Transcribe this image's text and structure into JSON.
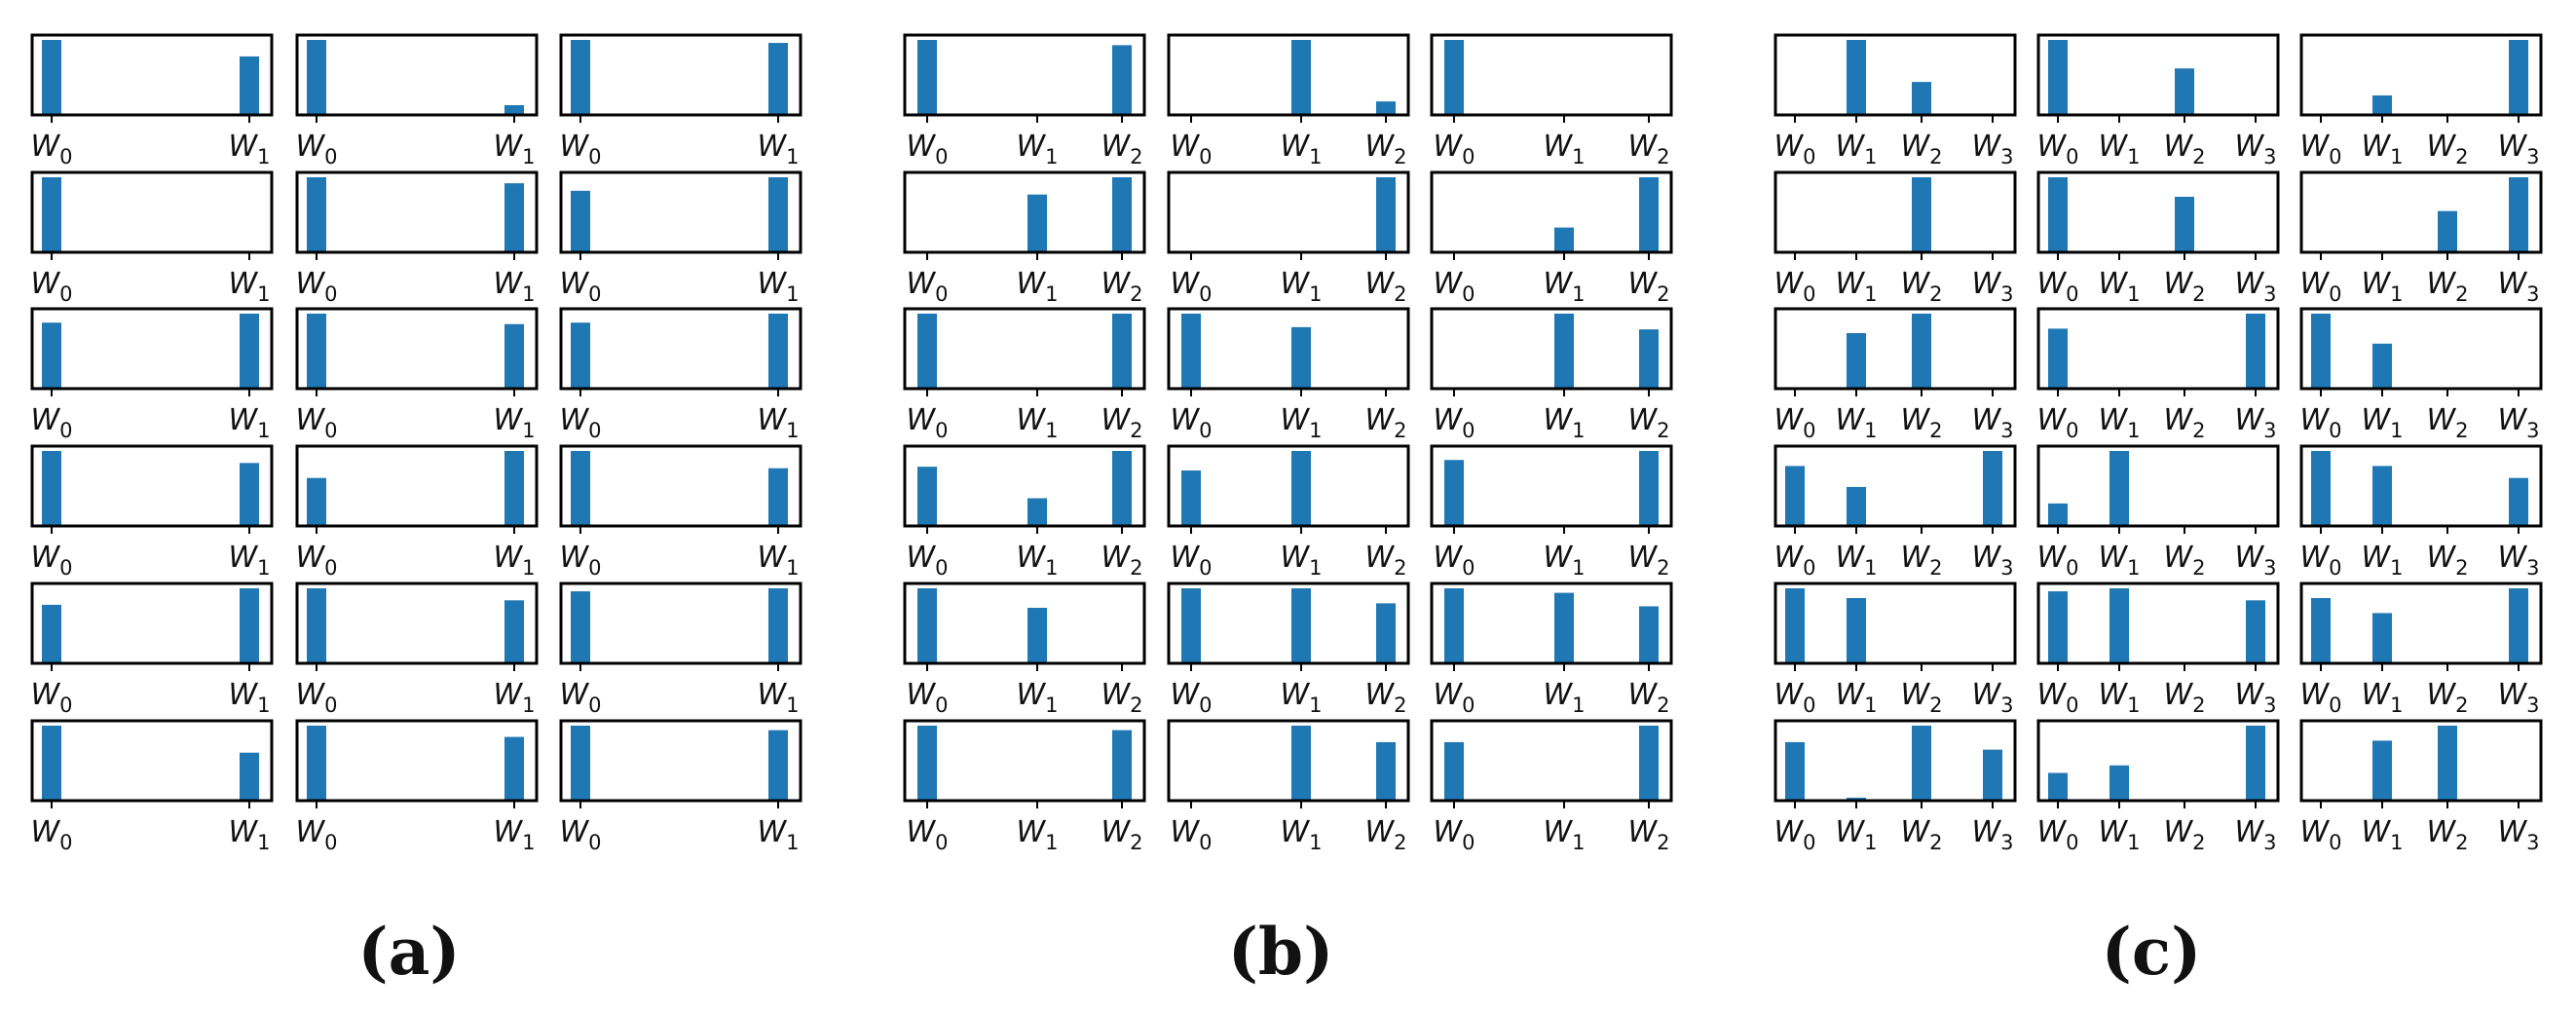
{
  "figure": {
    "bar_color": "#1f77b4",
    "panels": [
      {
        "caption": "(a)",
        "chart_data": {
          "type": "bar",
          "categories": [
            "W0",
            "W1"
          ],
          "ylim": [
            0,
            1
          ],
          "grid": false,
          "subplots": [
            [
              1.0,
              0.78
            ],
            [
              1.0,
              0.13
            ],
            [
              1.0,
              0.96
            ],
            [
              1.0,
              0.0
            ],
            [
              1.0,
              0.92
            ],
            [
              0.82,
              1.0
            ],
            [
              0.88,
              1.0
            ],
            [
              1.0,
              0.86
            ],
            [
              0.88,
              1.0
            ],
            [
              1.0,
              0.84
            ],
            [
              0.64,
              1.0
            ],
            [
              1.0,
              0.77
            ],
            [
              0.78,
              1.0
            ],
            [
              1.0,
              0.84
            ],
            [
              0.96,
              1.0
            ],
            [
              1.0,
              0.64
            ],
            [
              1.0,
              0.85
            ],
            [
              1.0,
              0.94
            ]
          ]
        }
      },
      {
        "caption": "(b)",
        "chart_data": {
          "type": "bar",
          "categories": [
            "W0",
            "W1",
            "W2"
          ],
          "ylim": [
            0,
            1
          ],
          "grid": false,
          "subplots": [
            [
              1.0,
              0.0,
              0.93
            ],
            [
              0.0,
              1.0,
              0.18
            ],
            [
              1.0,
              0.0,
              0.0
            ],
            [
              0.0,
              0.77,
              1.0
            ],
            [
              0.0,
              0.0,
              1.0
            ],
            [
              0.0,
              0.33,
              1.0
            ],
            [
              1.0,
              0.0,
              1.0
            ],
            [
              1.0,
              0.82,
              0.0
            ],
            [
              0.0,
              1.0,
              0.79
            ],
            [
              0.79,
              0.37,
              1.0
            ],
            [
              0.74,
              1.0,
              0.0
            ],
            [
              0.88,
              0.0,
              1.0
            ],
            [
              1.0,
              0.74,
              0.0
            ],
            [
              1.0,
              1.0,
              0.8
            ],
            [
              1.0,
              0.94,
              0.76
            ],
            [
              1.0,
              0.0,
              0.94
            ],
            [
              0.0,
              1.0,
              0.78
            ],
            [
              0.78,
              0.0,
              1.0
            ]
          ]
        }
      },
      {
        "caption": "(c)",
        "chart_data": {
          "type": "bar",
          "categories": [
            "W0",
            "W1",
            "W2",
            "W3"
          ],
          "ylim": [
            0,
            1
          ],
          "grid": false,
          "subplots": [
            [
              0.0,
              1.0,
              0.44,
              0.0
            ],
            [
              1.0,
              0.0,
              0.62,
              0.0
            ],
            [
              0.0,
              0.26,
              0.0,
              1.0
            ],
            [
              0.0,
              0.0,
              1.0,
              0.0
            ],
            [
              1.0,
              0.0,
              0.74,
              0.0
            ],
            [
              0.0,
              0.0,
              0.55,
              1.0
            ],
            [
              0.0,
              0.74,
              1.0,
              0.0
            ],
            [
              0.8,
              0.0,
              0.0,
              1.0
            ],
            [
              1.0,
              0.6,
              0.0,
              0.0
            ],
            [
              0.8,
              0.52,
              0.0,
              1.0
            ],
            [
              0.3,
              1.0,
              0.0,
              0.0
            ],
            [
              1.0,
              0.8,
              0.0,
              0.64
            ],
            [
              1.0,
              0.87,
              0.0,
              0.0
            ],
            [
              0.96,
              1.0,
              0.0,
              0.84
            ],
            [
              0.87,
              0.67,
              0.0,
              1.0
            ],
            [
              0.78,
              0.04,
              1.0,
              0.68
            ],
            [
              0.37,
              0.47,
              0.0,
              1.0
            ],
            [
              0.0,
              0.8,
              1.0,
              0.0
            ]
          ]
        }
      }
    ]
  }
}
